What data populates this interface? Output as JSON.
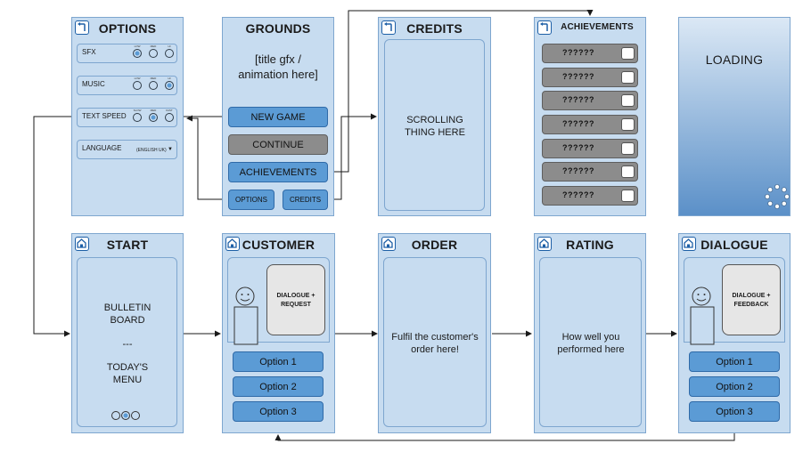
{
  "screens": {
    "options": {
      "title": "OPTIONS",
      "sfx": {
        "label": "SFX",
        "k1": "LOW",
        "k2": "MED",
        "k3": "HI"
      },
      "music": {
        "label": "MUSIC",
        "k1": "LOW",
        "k2": "MED",
        "k3": "HI"
      },
      "text_speed": {
        "label": "TEXT SPEED",
        "k1": "SLOW",
        "k2": "MED",
        "k3": "FAST"
      },
      "language": {
        "label": "LANGUAGE",
        "value": "(ENGLISH UK)"
      }
    },
    "grounds": {
      "title": "GROUNDS",
      "subtitle": "[title gfx / animation here]",
      "new_game": "NEW GAME",
      "continue": "CONTINUE",
      "achievements": "ACHIEVEMENTS",
      "options": "OPTIONS",
      "credits": "CREDITS"
    },
    "credits": {
      "title": "CREDITS",
      "body": "SCROLLING THING HERE"
    },
    "achievements": {
      "title": "ACHIEVEMENTS",
      "rows": [
        "??????",
        "??????",
        "??????",
        "??????",
        "??????",
        "??????",
        "??????"
      ]
    },
    "loading": {
      "title": "LOADING"
    },
    "start": {
      "title": "START",
      "body1": "BULLETIN BOARD",
      "sep": "---",
      "body2": "TODAY'S MENU"
    },
    "customer": {
      "title": "CUSTOMER",
      "bubble": "DIALOGUE + REQUEST",
      "options": [
        "Option 1",
        "Option 2",
        "Option 3"
      ]
    },
    "order": {
      "title": "ORDER",
      "body": "Fulfil the customer's order here!"
    },
    "rating": {
      "title": "RATING",
      "body": "How well you performed here"
    },
    "dialogue": {
      "title": "DIALOGUE",
      "bubble": "DIALOGUE + FEEDBACK",
      "options": [
        "Option 1",
        "Option 2",
        "Option 3"
      ]
    }
  },
  "colors": {
    "panel": "#c7dcf0",
    "border": "#7ea6cf",
    "button": "#5b9bd5",
    "disabled": "#8c8c8c",
    "loading_gradient": [
      "#dbe8f5",
      "#5b90c8"
    ]
  },
  "icons": [
    "back-icon",
    "home-icon",
    "spinner-icon",
    "dropdown-icon",
    "character-icon"
  ]
}
